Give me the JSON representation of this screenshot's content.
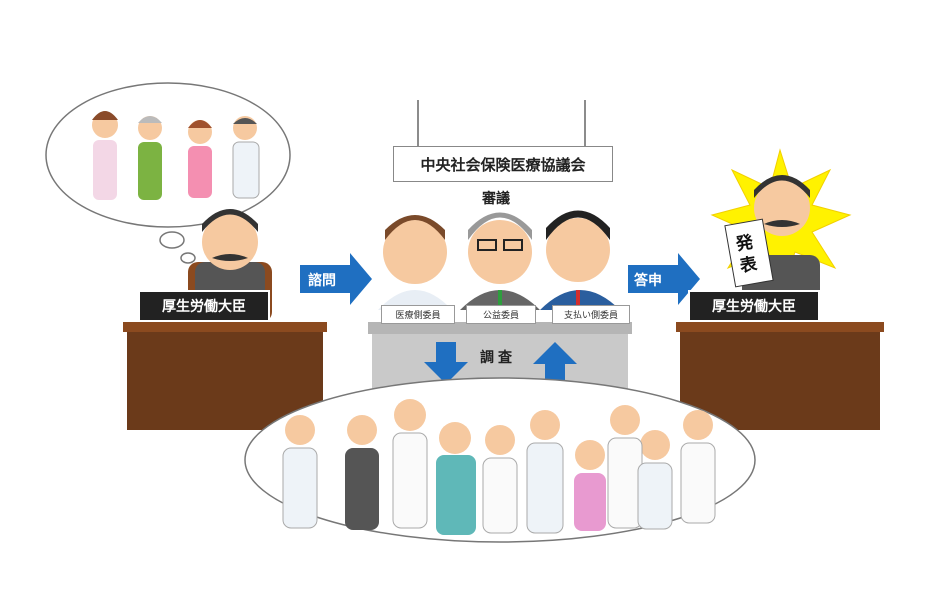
{
  "council": {
    "name": "中央社会保険医療協議会",
    "deliberation": "審議",
    "members": [
      "医療側委員",
      "公益委員",
      "支払い側委員"
    ],
    "investigation": "調査"
  },
  "left_minister": {
    "title": "厚生労働大臣"
  },
  "right_minister": {
    "title": "厚生労働大臣",
    "paper": "発表"
  },
  "arrows": {
    "consult": "諮問",
    "report": "答申"
  },
  "colors": {
    "arrow": "#1f6fc1",
    "desk": "#6b3a1a",
    "table": "#c9c9c9",
    "burst": "#fff200"
  }
}
